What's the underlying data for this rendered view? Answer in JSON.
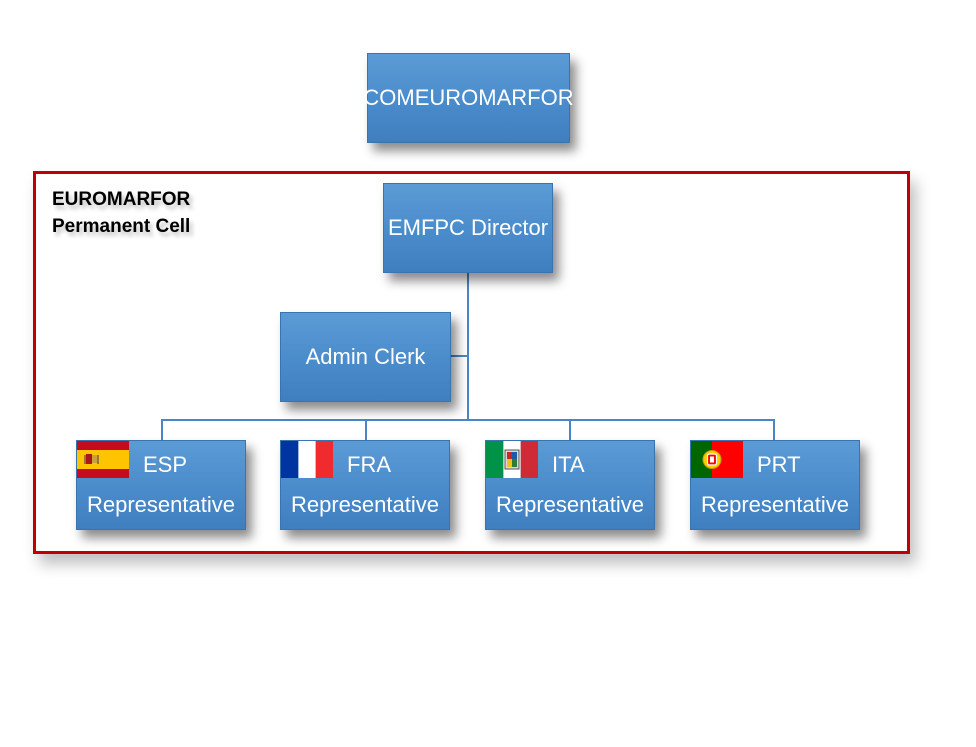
{
  "top": {
    "label": "COMEUROMARFOR"
  },
  "cell": {
    "line1": "EUROMARFOR",
    "line2": "Permanent Cell"
  },
  "director": {
    "label": "EMFPC Director"
  },
  "clerk": {
    "label": "Admin Clerk"
  },
  "representatives": [
    {
      "code": "ESP",
      "title": "Representative",
      "flag": "spain-flag-icon"
    },
    {
      "code": "FRA",
      "title": "Representative",
      "flag": "france-flag-icon"
    },
    {
      "code": "ITA",
      "title": "Representative",
      "flag": "italy-flag-icon"
    },
    {
      "code": "PRT",
      "title": "Representative",
      "flag": "portugal-flag-icon"
    }
  ],
  "colors": {
    "box": "#4a8bcb",
    "frame": "#c00000",
    "connector": "#4a86c5"
  }
}
